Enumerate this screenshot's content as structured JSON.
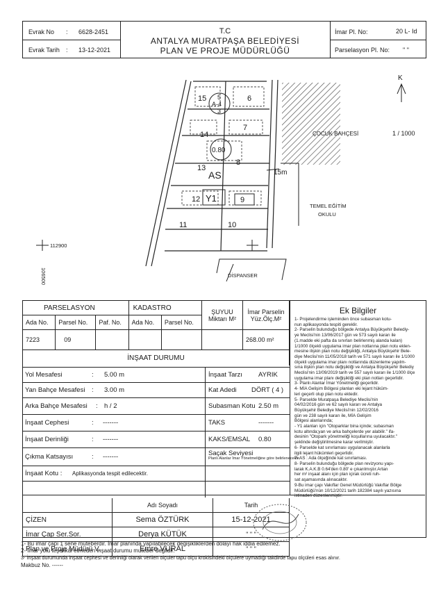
{
  "header": {
    "evrak_no_label": "Evrak No",
    "evrak_no_value": "6628-2451",
    "evrak_tarih_label": "Evrak Tarih",
    "evrak_tarih_value": "13-12-2021",
    "org_line1": "T.C",
    "org_line2": "ANTALYA MURATPAŞA BELEDİYESİ",
    "org_line3": "PLAN VE PROJE MÜDÜRLÜĞÜ",
    "imar_pl_label": "İmar Pl. No:",
    "imar_pl_value": "20 L- Id",
    "parselasyon_label": "Parselasyon Pl. No:",
    "parselasyon_value": "\"  \""
  },
  "map": {
    "north": "K",
    "park_label": "ÇOCUK BAHÇESİ",
    "scale": "1 / 1000",
    "school_line1": "TEMEL EĞİTİM",
    "school_line2": "OKULU",
    "road_width": "15m",
    "dispanser": "DİSPANSER",
    "coord_x": "112900",
    "coord_y": "106500",
    "parcels": [
      "15",
      "6",
      "14",
      "7",
      "13",
      "8",
      "12",
      "9",
      "11",
      "10"
    ],
    "circle1": [
      "5",
      "A-4",
      "3"
    ],
    "circle2": "0.80",
    "zone": "AS",
    "y1": "Y1"
  },
  "parcel_table": {
    "parselasyon_title": "PARSELASYON",
    "kadastro_title": "KADASTRO",
    "suyuu_title": "ŞUYUU Miktarı M²",
    "imar_title": "İmar Parselin Yüz.Ölç.M²",
    "col_ada": "Ada No.",
    "col_parsel": "Parsel No.",
    "col_paf": "Paf. No.",
    "col_k_ada": "Ada No.",
    "col_k_parsel": "Parsel No.",
    "ada_value": "7223",
    "parsel_value": "09",
    "imar_value": "268.00 m²"
  },
  "insaat": {
    "title": "İNŞAAT DURUMU",
    "rows": [
      {
        "label": "Yol Mesafesi",
        "value": "5.00 m",
        "label2": "İnşaat Tarzı",
        "value2": "AYRIK"
      },
      {
        "label": "Yan Bahçe Mesafesi",
        "value": "3.00 m",
        "label2": "Kat Adedi",
        "value2": "DÖRT ( 4 )"
      },
      {
        "label": "Arka Bahçe Mesafesi",
        "value": "h / 2",
        "label2": "Subasman Kotu",
        "value2": "2.50 m"
      },
      {
        "label": "İnşaat Cephesi",
        "value": "-------",
        "label2": "TAKS",
        "value2": "-------"
      },
      {
        "label": "İnşaat Derinliği",
        "value": "-------",
        "label2": "KAKS/EMSAL",
        "value2": "0.80"
      },
      {
        "label": "Çıkma Katsayısı",
        "value": "-------",
        "label2": "Saçak Seviyesi",
        "value2": "Planlı Alanlar İmar Yönetmeliğine göre belirlenecektir."
      }
    ],
    "kotu_label": "İnşaat Kotu :",
    "kotu_value": "Aplikasyonda tespit edilecektir."
  },
  "ek": {
    "title": "Ek Bilgiler",
    "lines": [
      "1- Projelendirme işleminden önce subasman kotu-",
      "nun aplikasyonda tespiti gereklir.",
      "2- Parselin bulunduğu bölgede Antalya Büyükşehir Belediy-",
      "ye Meclisi'nin 13/06/2017 gün ve 573 sayılı kararı ile",
      "(1.madde eki pafta da sınırları belirlenmiş alanda kalan)",
      "1/1000 ölçekli uygulama imar plan notlarına plan notu eklen-",
      "mesine ilişkin plan notu değişikliği, Antalya Büyükşehir Bele-",
      "diye Meclisi'nin 11/05/2018 tarih ve 571 sayılı kararı ile 1/1000",
      "ölçekli uygulama imar planı notlarında düzenleme yapılm-",
      "sına ilişkin plan notu değişikliği ve Antalya Büyükşehir Belediy",
      "Meclisi'nin 13/09/2019 tarih ve 557 sayılı kararı ile 1/1000 ölçe",
      "uygulama imar planı değişikliği eki plan notları geçerlidir.",
      "3- Planlı Alanlar İmar Yönetmeliği geçerlidir.",
      "4- MİA Gelişim Bölgesi planları eki lejant hüküm-",
      "leri geçerli olup plan notu ektedir.",
      "5- Parselde Muratpaşa Belediye Meclisi'nin",
      "04/02/2016 gün ve 62 sayılı kararı ve Antalya",
      "Büyükşehir Belediye Meclisi'nin 12/02/2016",
      "gün ve 238 sayılı kararı ile, MİA Gelişim",
      "Bölgesi alanlarında;",
      "- Y1 alanları için \"Otoparklar bina içinde; subasman",
      "kotu altında;yan ve arka bahçelerde yer alabilir.\" ifa-",
      "desinin \"Otopark yönetmeliği koşullarına uyulacaktır.\"",
      "şeklinde değiştirilmesine karar verilmiştir.",
      "6- Parselde kat sınırlaması uygulanacak alanlarla",
      "ilgili lejant hükümleri geçerlidir.",
      "7- AS : Ada ölçeğinde kat sınırlaması.",
      "8- Parselin bulunduğu bölgede plan revizyonu yapı-",
      "larak K.A.K.B 0.64'den 0.80' e çıkarılmıştır.Artan",
      "her m² inşaat alanı için plan içirak ücreti ruh-",
      "sat aşamasında alınacaktır.",
      "9-Bu imar çapı Vakıflar Genel Müdürlüğü Vakıflar Bölge",
      "Müdürlüğü'nün 10/12/2021 tarih 182384 sayılı yazısına",
      "istinaden düzenlenmiştir."
    ]
  },
  "signatures": {
    "col_name": "Adı Soyadı",
    "col_date": "Tarih",
    "rows": [
      {
        "role": "ÇİZEN",
        "name": "Sema ÖZTÜRK",
        "date": "15-12-2021"
      },
      {
        "role": "İmar Çap Ser.Sor.",
        "name": "Derya KÜTÜK",
        "date": "\"   \"   \""
      },
      {
        "role": "Plan ve Proje Müdürü V.",
        "name": "Emre VURAL",
        "date": "\"   \"   \""
      }
    ]
  },
  "footer": {
    "lines": [
      "1- Bu imar çapı 1 sene muteberdir. İmar planında yapılabilecek değişikliklerden dolayı hak iddia edilemez.",
      "2- İmar yolu teşekkül etmeden inşaat durumu muteber değildir.",
      "3- İnşaat durumunda inşaat cephesi ve derinliği olarak verilen ölçüler tapu ölçü krokisindeki ölçülere uymadığı takdirde tapu ölçüleri esas alınır."
    ],
    "makbuz": "Makbuz No.   ------"
  }
}
